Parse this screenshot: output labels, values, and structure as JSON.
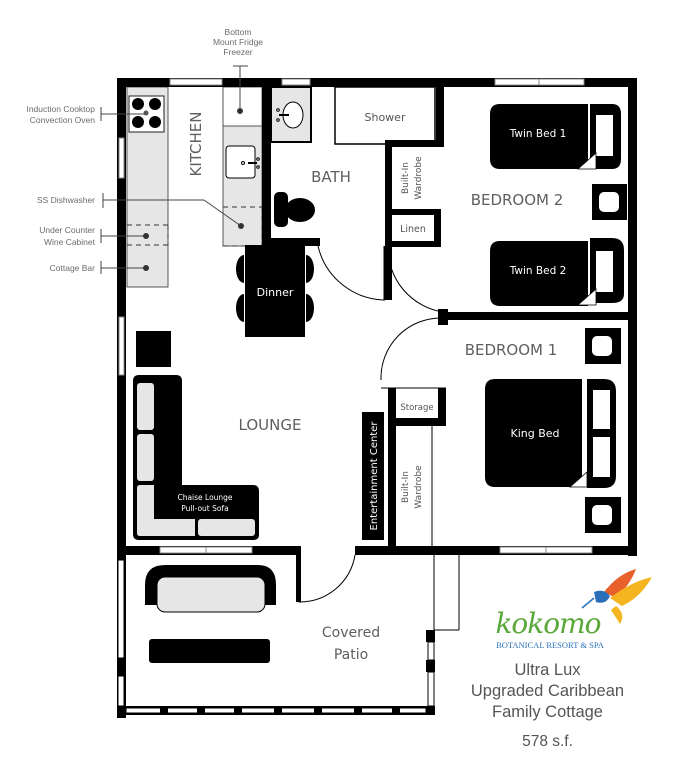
{
  "annotations": {
    "fridge": [
      "Bottom",
      "Mount Fridge",
      "Freezer"
    ],
    "cooktop": [
      "Induction Cooktop",
      "Convection Oven"
    ],
    "dishwasher": "SS Dishwasher",
    "wine": [
      "Under Counter",
      "Wine Cabinet"
    ],
    "bar": "Cottage Bar"
  },
  "rooms": {
    "kitchen": "KITCHEN",
    "bath": "BATH",
    "shower": "Shower",
    "bedroom2": "BEDROOM 2",
    "bedroom1": "BEDROOM 1",
    "lounge": "LOUNGE",
    "patio": [
      "Covered",
      "Patio"
    ],
    "linen": "Linen",
    "storage": "Storage",
    "wardrobe_top": [
      "Built-In",
      "Wardrobe"
    ],
    "wardrobe_bottom": [
      "Built-In",
      "Wardrobe"
    ]
  },
  "furniture": {
    "twin_bed_1": "Twin Bed 1",
    "twin_bed_2": "Twin Bed 2",
    "king_bed": "King Bed",
    "dinner": "Dinner",
    "sofa": [
      "Chaise Lounge",
      "Pull-out Sofa"
    ],
    "entertainment": "Entertainment Center"
  },
  "logo": {
    "name": "kokomo",
    "subtitle": "BOTANICAL RESORT & SPA",
    "colors": {
      "green": "#5aa83a",
      "blue": "#2a6fb8",
      "orange": "#e8612a",
      "yellow": "#f5b521"
    }
  },
  "caption": {
    "lines": [
      "Ultra Lux",
      "Upgraded Caribbean",
      "Family Cottage"
    ],
    "area": "578 s.f."
  }
}
